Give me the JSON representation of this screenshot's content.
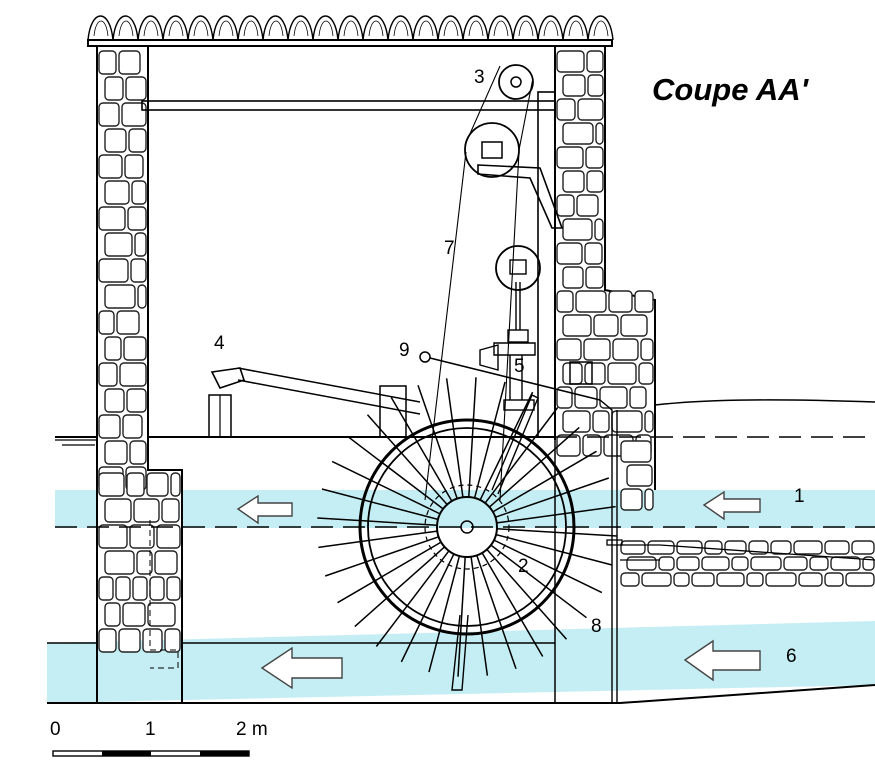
{
  "title": "Coupe AA'",
  "labels": {
    "n1": "1",
    "n2": "2",
    "n3": "3",
    "n4": "4",
    "n5": "5",
    "n6": "6",
    "n7": "7",
    "n8": "8",
    "n9": "9"
  },
  "scale": {
    "t0": "0",
    "t1": "1",
    "t2": "2 m"
  },
  "colors": {
    "water": "#c4eef3",
    "ink": "#000000"
  },
  "wheel": {
    "spoke_count": 32
  }
}
